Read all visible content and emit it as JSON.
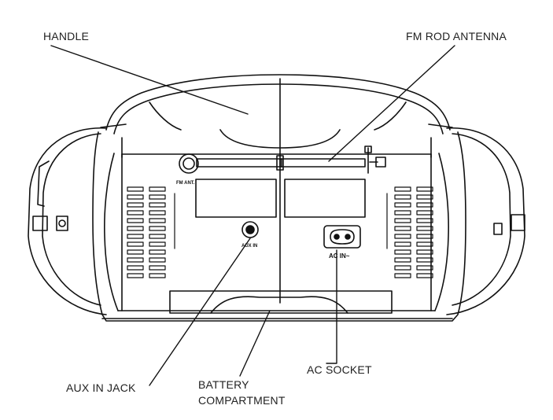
{
  "labels": {
    "handle": "HANDLE",
    "fm_rod_antenna": "FM ROD ANTENNA",
    "aux_in_jack": "AUX IN JACK",
    "battery_line1": "BATTERY",
    "battery_line2": "COMPARTMENT",
    "ac_socket": "AC SOCKET"
  },
  "device_markings": {
    "fm_ant": "FM ANT.",
    "aux_in": "AUX IN",
    "ac_in": "AC IN~"
  }
}
